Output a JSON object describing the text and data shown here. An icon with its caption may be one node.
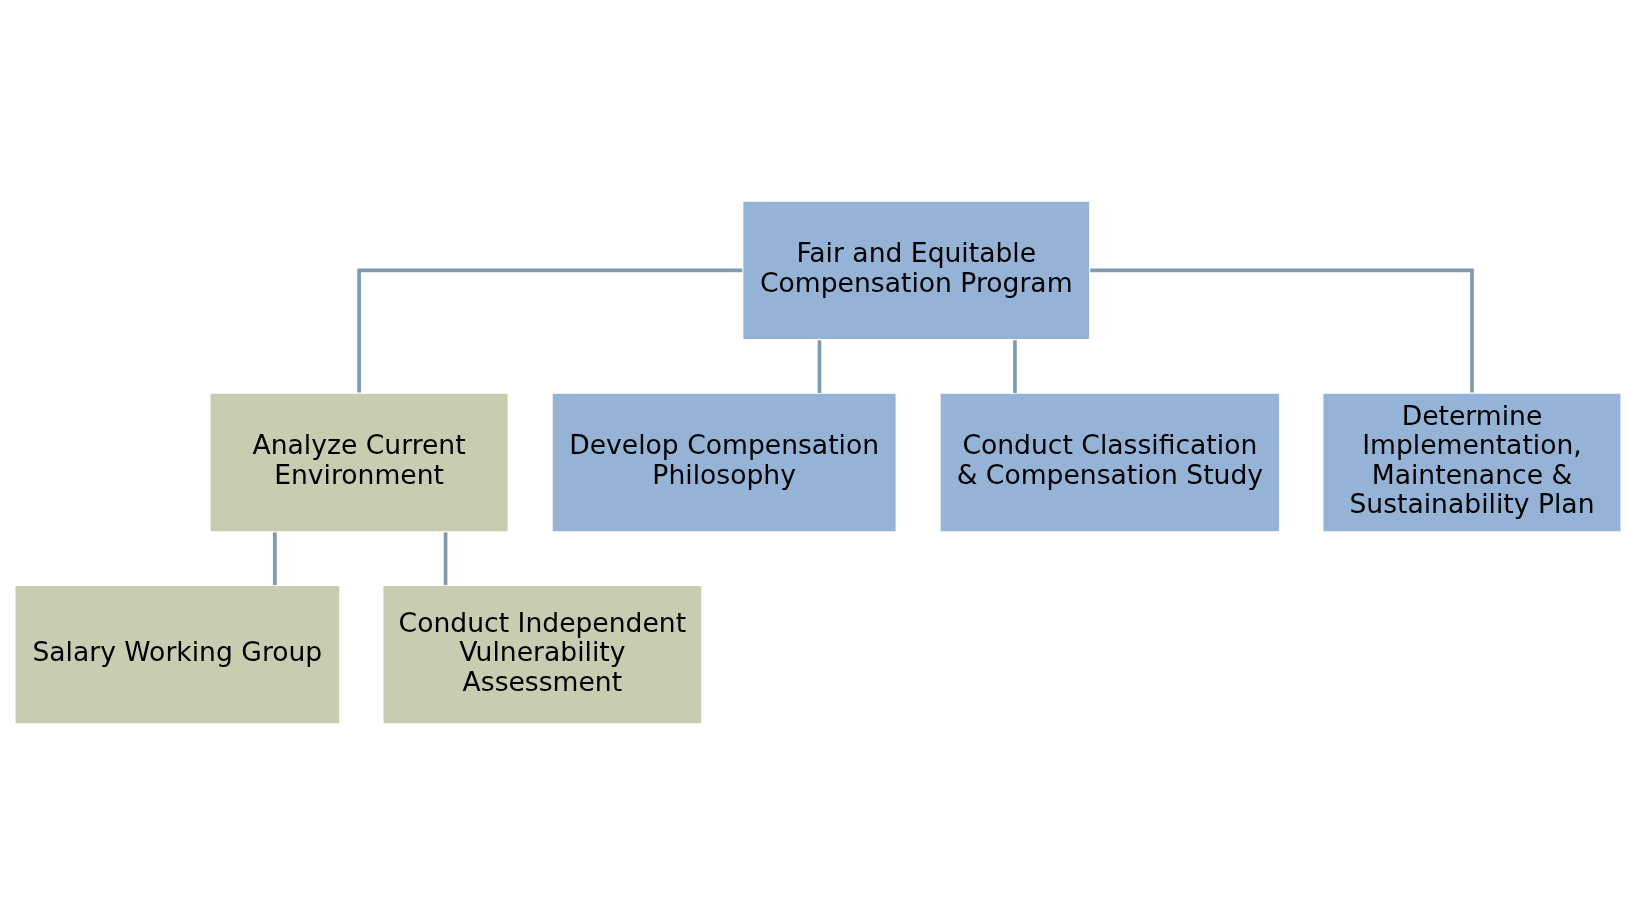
{
  "diagram": {
    "nodes": [
      {
        "text": [
          "Fair and Equitable Compensation Program"
        ]
      },
      {
        "text": [
          "Analyze Current Environment"
        ]
      },
      {
        "text": [
          "Develop Compensation Philosophy"
        ]
      },
      {
        "text": [
          "Conduct Classification & Compensation Study"
        ]
      },
      {
        "text": [
          "Determine Implementation, Maintenance & Sustainability Plan"
        ]
      },
      {
        "text": [
          "Salary Working Group"
        ]
      },
      {
        "text": [
          "Conduct Independent Vulnerability Assessment"
        ]
      }
    ],
    "edges": [
      {
        "from": 0,
        "to": 1,
        "arrow": "none"
      },
      {
        "from": 0,
        "to": 2,
        "arrow": "none"
      },
      {
        "from": 0,
        "to": 3,
        "arrow": "none"
      },
      {
        "from": 0,
        "to": 4,
        "arrow": "none"
      },
      {
        "from": 1,
        "to": 5,
        "arrow": "none"
      },
      {
        "from": 1,
        "to": 6,
        "arrow": "none"
      }
    ]
  }
}
